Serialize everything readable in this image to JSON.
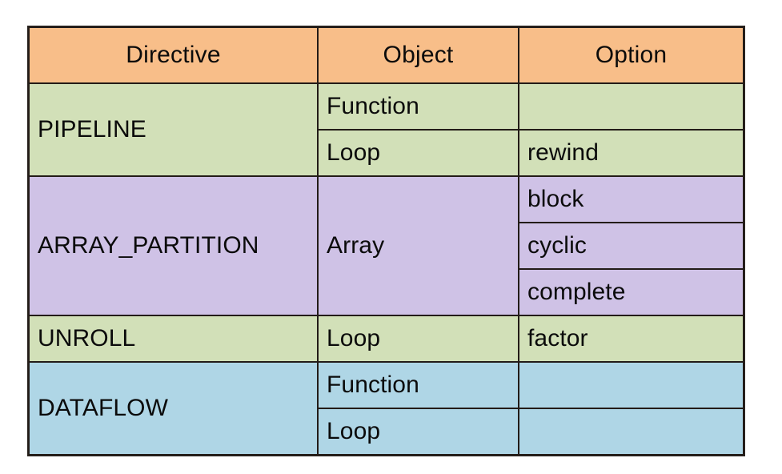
{
  "table": {
    "columns": [
      {
        "key": "directive",
        "label": "Directive"
      },
      {
        "key": "object",
        "label": "Object"
      },
      {
        "key": "option",
        "label": "Option"
      }
    ],
    "groups": [
      {
        "directive": "PIPELINE",
        "band": "green",
        "rows": [
          {
            "object": "Function",
            "option": ""
          },
          {
            "object": "Loop",
            "option": "rewind"
          }
        ]
      },
      {
        "directive": "ARRAY_PARTITION",
        "band": "purple",
        "object_merged": "Array",
        "rows": [
          {
            "object": "",
            "option": "block"
          },
          {
            "object": "",
            "option": "cyclic"
          },
          {
            "object": "",
            "option": "complete"
          }
        ]
      },
      {
        "directive": "UNROLL",
        "band": "green",
        "rows": [
          {
            "object": "Loop",
            "option": "factor"
          }
        ]
      },
      {
        "directive": "DATAFLOW",
        "band": "blue",
        "rows": [
          {
            "object": "Function",
            "option": ""
          },
          {
            "object": "Loop",
            "option": ""
          }
        ]
      }
    ]
  },
  "colors": {
    "header_background": "#F8BE89",
    "band_green": "#D2E0B8",
    "band_purple": "#CFC2E6",
    "band_blue": "#AFD6E6",
    "border": "#231C18",
    "text": "#0B0B0B",
    "page_background": "#FFFFFF"
  }
}
